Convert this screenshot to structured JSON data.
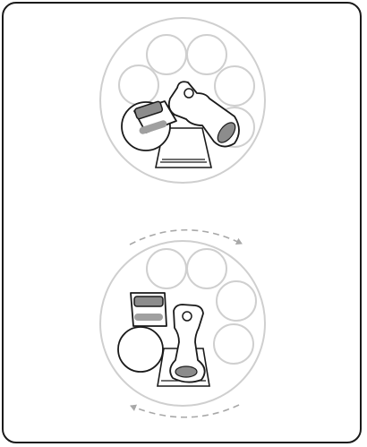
{
  "figure": {
    "panels": [
      {
        "id": "top",
        "state": "before-rotation"
      },
      {
        "id": "bottom",
        "state": "rotated",
        "rotation_arrows": [
          "clockwise-top",
          "clockwise-bottom"
        ]
      }
    ],
    "colors": {
      "outline": "#1a1a1a",
      "faint": "#cfcfcf",
      "part_fill": "#ffffff",
      "oval_fill": "#9a9a9a",
      "frame": "#1a1a1a"
    }
  }
}
